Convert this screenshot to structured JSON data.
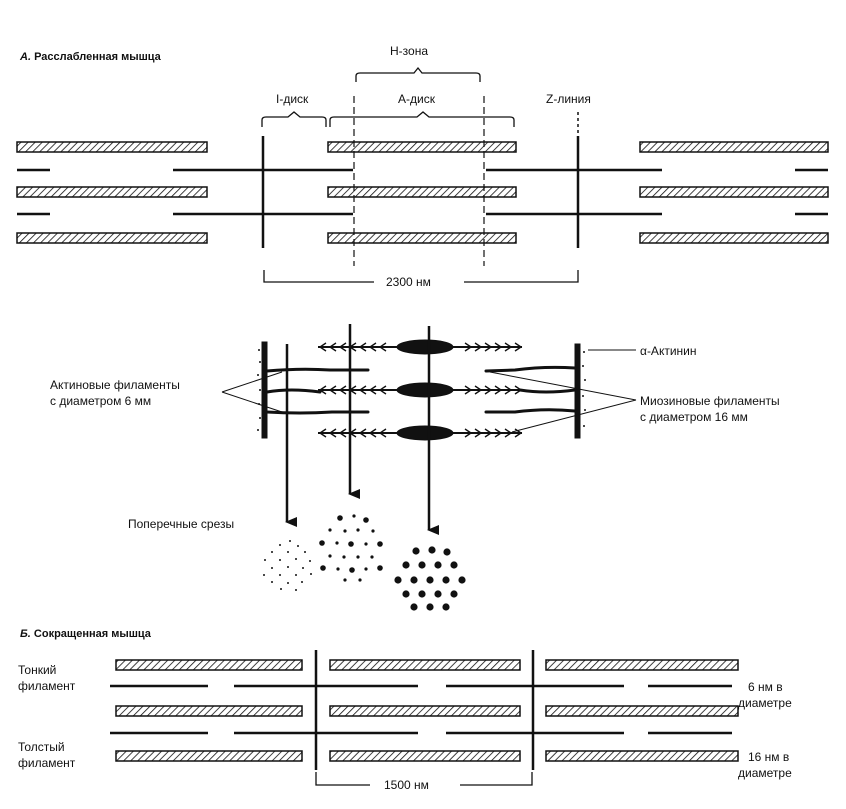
{
  "section_a": {
    "letter": "А.",
    "title": "Расслабленная мышца",
    "h_zone": "Н-зона",
    "i_disc": "I-диск",
    "a_disc": "А-диск",
    "z_line": "Z-линия",
    "sarcomere_length": "2300 нм"
  },
  "detail": {
    "alpha_actinin": "α-Актинин",
    "actin_label_line1": "Актиновые филаменты",
    "actin_label_line2": "с диаметром 6 мм",
    "myosin_label_line1": "Миозиновые филаменты",
    "myosin_label_line2": "с диаметром 16 мм",
    "cross_sections": "Поперечные срезы"
  },
  "section_b": {
    "letter": "Б.",
    "title": "Сокращенная мышца",
    "thin_line1": "Тонкий",
    "thin_line2": "филамент",
    "thick_line1": "Толстый",
    "thick_line2": "филамент",
    "thin_diam_line1": "6 нм в",
    "thin_diam_line2": "диаметре",
    "thick_diam_line1": "16 нм в",
    "thick_diam_line2": "диаметре",
    "sarcomere_length": "1500 нм"
  },
  "colors": {
    "ink": "#111111",
    "paper": "#ffffff"
  }
}
